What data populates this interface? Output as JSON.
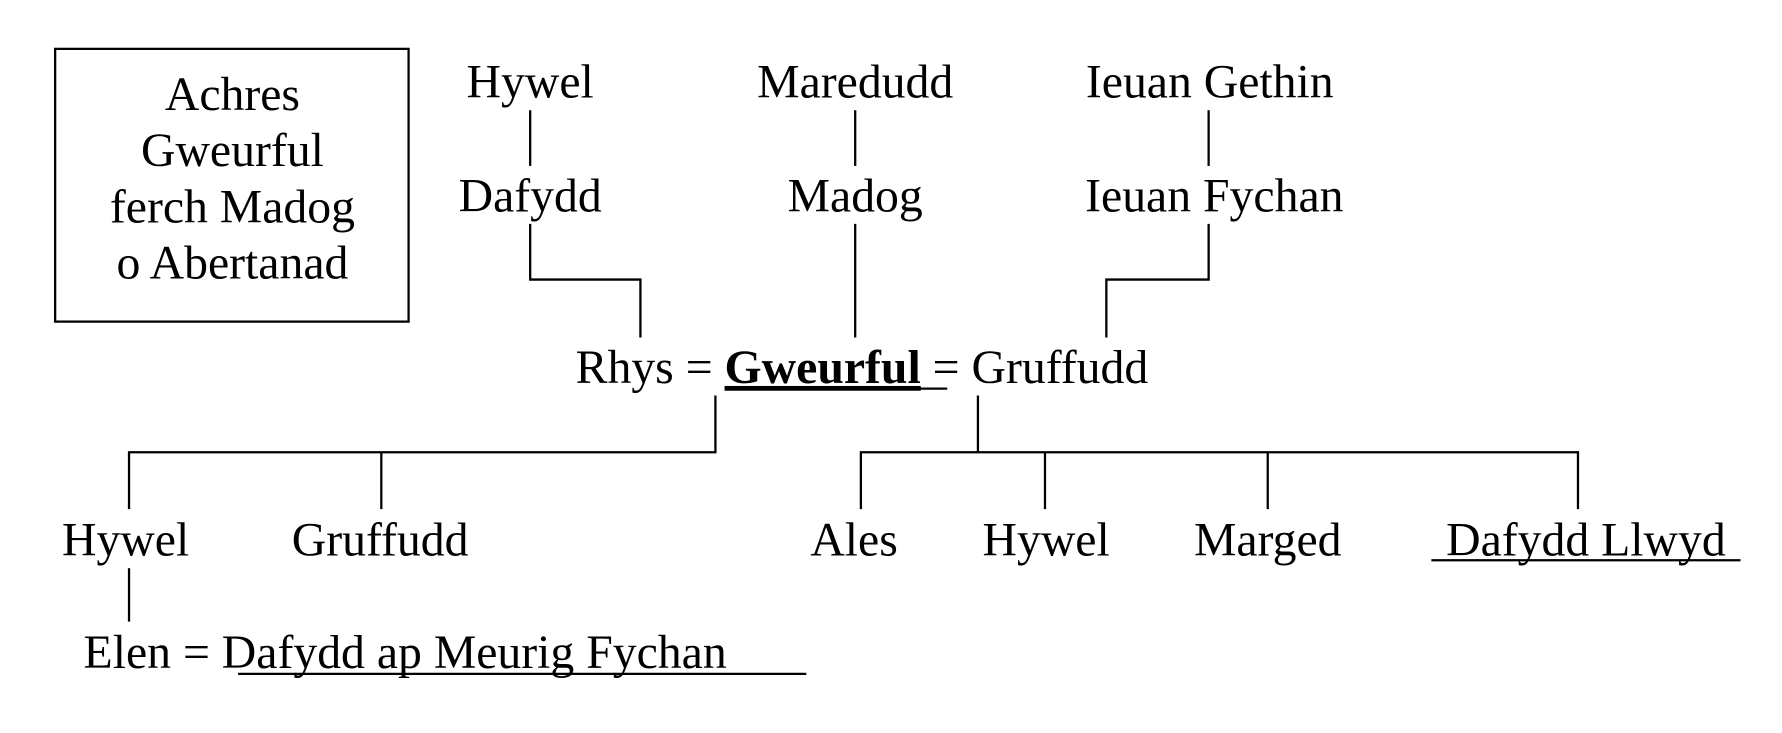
{
  "title_box": {
    "lines": [
      "Achres",
      "Gweurful",
      "ferch Madog",
      "o Abertanad"
    ]
  },
  "ancestors": {
    "left": {
      "grandparent": "Hywel",
      "parent": "Dafydd"
    },
    "middle": {
      "grandparent": "Maredudd",
      "parent": "Madog"
    },
    "right": {
      "grandparent": "Ieuan Gethin",
      "parent": "Ieuan Fychan"
    }
  },
  "marriage": {
    "husband1": "Rhys",
    "equals": "=",
    "subject": "Gweurful",
    "husband2": "Gruffudd"
  },
  "children_rhys": [
    "Hywel",
    "Gruffudd"
  ],
  "children_gruffudd": [
    "Ales",
    "Hywel",
    "Marged",
    "Dafydd Llwyd"
  ],
  "grandchild_marriage": {
    "wife": "Elen",
    "equals": "=",
    "husband": "Dafydd ap Meurig Fychan"
  }
}
